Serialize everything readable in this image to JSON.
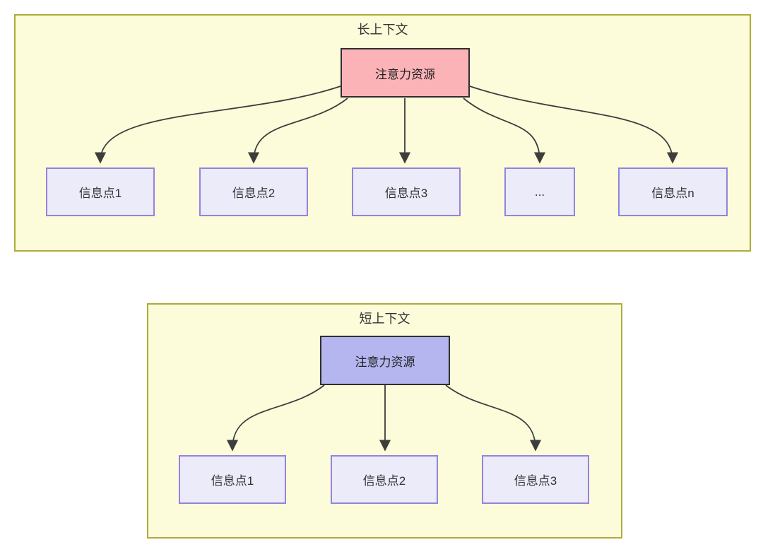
{
  "diagram_title": "attention-resources-context-length-comparison",
  "colors": {
    "panel_fill": "#fcfcda",
    "panel_border": "#aeac38",
    "attention_long_fill": "#fcb3b7",
    "attention_short_fill": "#b5b5f0",
    "attention_border": "#2f2f2f",
    "info_fill": "#ebebfa",
    "info_border": "#9583dd",
    "arrow": "#3d3d3d",
    "text": "#333333"
  },
  "panels": [
    {
      "id": "long-context",
      "title": "长上下文",
      "attention_box": {
        "label": "注意力资源"
      },
      "info_boxes": [
        {
          "label": "信息点1"
        },
        {
          "label": "信息点2"
        },
        {
          "label": "信息点3"
        },
        {
          "label": "..."
        },
        {
          "label": "信息点n"
        }
      ]
    },
    {
      "id": "short-context",
      "title": "短上下文",
      "attention_box": {
        "label": "注意力资源"
      },
      "info_boxes": [
        {
          "label": "信息点1"
        },
        {
          "label": "信息点2"
        },
        {
          "label": "信息点3"
        }
      ]
    }
  ]
}
